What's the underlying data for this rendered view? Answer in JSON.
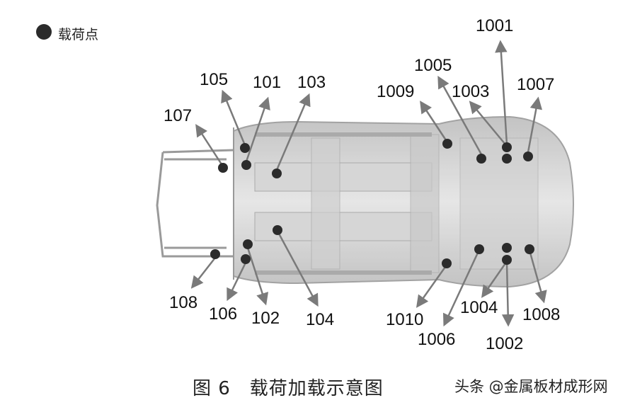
{
  "legend": {
    "label": "载荷点"
  },
  "caption": "图 6　载荷加载示意图",
  "watermark": "头条 @金属板材成形网",
  "colors": {
    "dot": "#2b2b2b",
    "arrow": "#7a7a7a",
    "body": "#c8c8c8"
  },
  "labels": {
    "l101": "101",
    "l102": "102",
    "l103": "103",
    "l104": "104",
    "l105": "105",
    "l106": "106",
    "l107": "107",
    "l108": "108",
    "l1001": "1001",
    "l1002": "1002",
    "l1003": "1003",
    "l1004": "1004",
    "l1005": "1005",
    "l1006": "1006",
    "l1007": "1007",
    "l1008": "1008",
    "l1009": "1009",
    "l1010": "1010"
  }
}
